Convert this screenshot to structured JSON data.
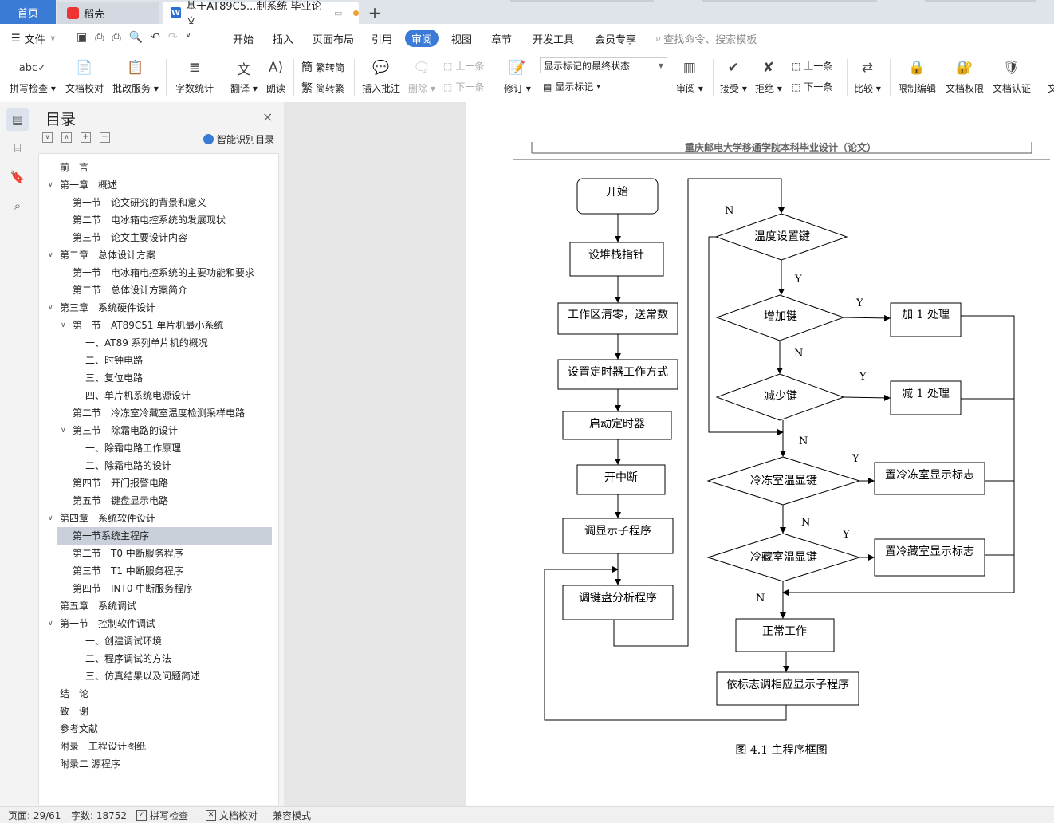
{
  "titlebar": {
    "home_tab": "首页",
    "docer_tab": "稻壳",
    "doc_tab": "基于AT89C5...制系统 毕业论文",
    "new_tab": "+"
  },
  "menubar": {
    "file": "文件",
    "items": [
      "开始",
      "插入",
      "页面布局",
      "引用",
      "审阅",
      "视图",
      "章节",
      "开发工具",
      "会员专享"
    ],
    "active": "审阅",
    "search": "查找命令、搜索模板"
  },
  "ribbon": {
    "spell_check": "拼写检查",
    "doc_proof": "文档校对",
    "review_service": "批改服务",
    "word_count": "字数统计",
    "translate": "翻译",
    "read_aloud": "朗读",
    "trad_to_simp": "繁转简",
    "simp_to_trad": "简转繁",
    "insert_comment": "插入批注",
    "delete": "删除",
    "prev_comment": "上一条",
    "next_comment": "下一条",
    "track_changes": "修订",
    "markup_state": "显示标记的最终状态",
    "show_markup": "显示标记",
    "review": "审阅",
    "accept": "接受",
    "reject": "拒绝",
    "prev_change": "上一条",
    "next_change": "下一条",
    "compare": "比较",
    "restrict_edit": "限制编辑",
    "doc_permission": "文档权限",
    "doc_cert": "文档认证",
    "more": "文"
  },
  "toc": {
    "title": "目录",
    "smart_toc": "智能识别目录",
    "items": [
      {
        "text": "前　言"
      },
      {
        "text": "第一章　概述"
      },
      {
        "text": "第一节　论文研究的背景和意义"
      },
      {
        "text": "第二节　电冰箱电控系统的发展现状"
      },
      {
        "text": "第三节　论文主要设计内容"
      },
      {
        "text": "第二章　总体设计方案"
      },
      {
        "text": "第一节　电冰箱电控系统的主要功能和要求"
      },
      {
        "text": "第二节　总体设计方案简介"
      },
      {
        "text": "第三章　系统硬件设计"
      },
      {
        "text": "第一节　AT89C51 单片机最小系统"
      },
      {
        "text": "一、AT89 系列单片机的概况"
      },
      {
        "text": "二、时钟电路"
      },
      {
        "text": "三、复位电路"
      },
      {
        "text": "四、单片机系统电源设计"
      },
      {
        "text": "第二节　冷冻室冷藏室温度检测采样电路"
      },
      {
        "text": "第三节　除霜电路的设计"
      },
      {
        "text": "一、除霜电路工作原理"
      },
      {
        "text": "二、除霜电路的设计"
      },
      {
        "text": "第四节　开门报警电路"
      },
      {
        "text": "第五节　键盘显示电路"
      },
      {
        "text": "第四章　系统软件设计"
      },
      {
        "text": "第一节系统主程序"
      },
      {
        "text": "第二节　T0 中断服务程序"
      },
      {
        "text": "第三节　T1 中断服务程序"
      },
      {
        "text": "第四节　INT0 中断服务程序"
      },
      {
        "text": "第五章　系统调试"
      },
      {
        "text": "第一节　控制软件调试"
      },
      {
        "text": "一、创建调试环境"
      },
      {
        "text": "二、程序调试的方法"
      },
      {
        "text": "三、仿真结果以及问题简述"
      },
      {
        "text": "结　论"
      },
      {
        "text": "致　谢"
      },
      {
        "text": "参考文献"
      },
      {
        "text": "附录一工程设计图纸"
      },
      {
        "text": "附录二 源程序"
      }
    ]
  },
  "document": {
    "header": "重庆邮电大学移通学院本科毕业设计（论文）",
    "figure_caption": "图 4.1  主程序框图",
    "flowchart": {
      "start": "开始",
      "set_stack": "设堆栈指针",
      "clear_ws": "工作区清零，送常数",
      "set_timer_mode": "设置定时器工作方式",
      "start_timer": "启动定时器",
      "enable_int": "开中断",
      "call_display": "调显示子程序",
      "call_keyboard": "调键盘分析程序",
      "temp_set_key": "温度设置键",
      "inc_key": "增加键",
      "dec_key": "减少键",
      "freeze_key": "冷冻室温显键",
      "fridge_key": "冷藏室温显键",
      "add_one": "加 1 处理",
      "sub_one": "减 1 处理",
      "set_freeze_flag": "置冷冻室显示标志",
      "set_fridge_flag": "置冷藏室显示标志",
      "normal": "正常工作",
      "call_by_flag": "依标志调相应显示子程序",
      "yes": "Y",
      "no": "N"
    }
  },
  "statusbar": {
    "page": "页面: 29/61",
    "words": "字数: 18752",
    "spell": "拼写检查",
    "proof": "文档校对",
    "compat": "兼容模式"
  }
}
